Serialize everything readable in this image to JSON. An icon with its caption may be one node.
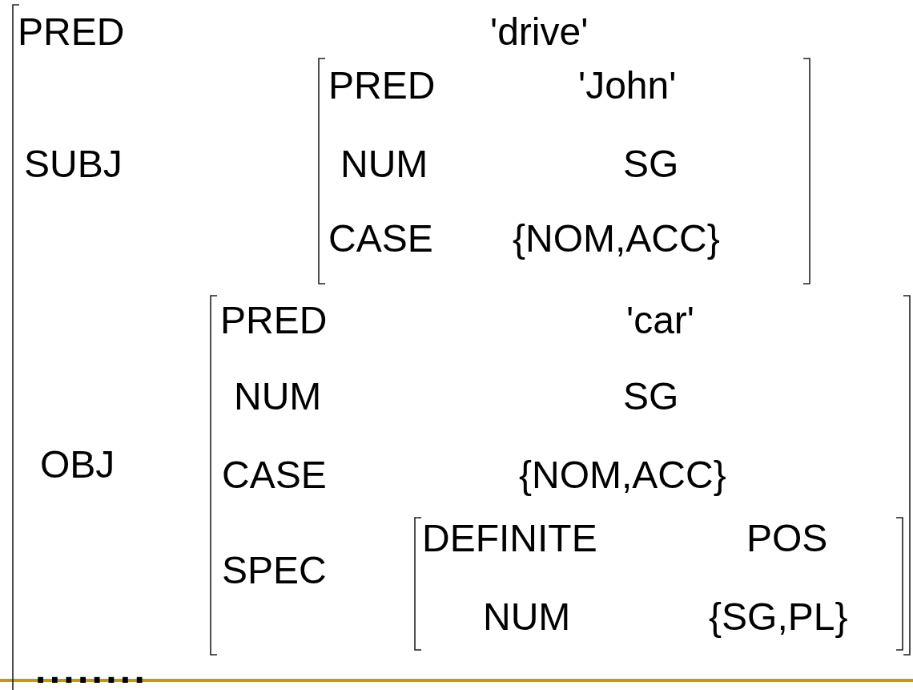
{
  "diagram": {
    "nodes": [
      {
        "text": [
          "PRED",
          "'drive'",
          "SUBJ",
          "OBJ"
        ]
      },
      {
        "text": [
          "PRED",
          "'John'",
          "NUM",
          "SG",
          "CASE",
          "{NOM,ACC}"
        ],
        "in": 0
      },
      {
        "text": [
          "PRED",
          "'car'",
          "NUM",
          "SG",
          "CASE",
          "{NOM,ACC}",
          "SPEC"
        ],
        "in": 0
      },
      {
        "text": [
          "DEFINITE",
          "POS",
          "NUM",
          "{SG,PL}"
        ],
        "in": 2
      }
    ],
    "labels": [
      "........"
    ]
  }
}
